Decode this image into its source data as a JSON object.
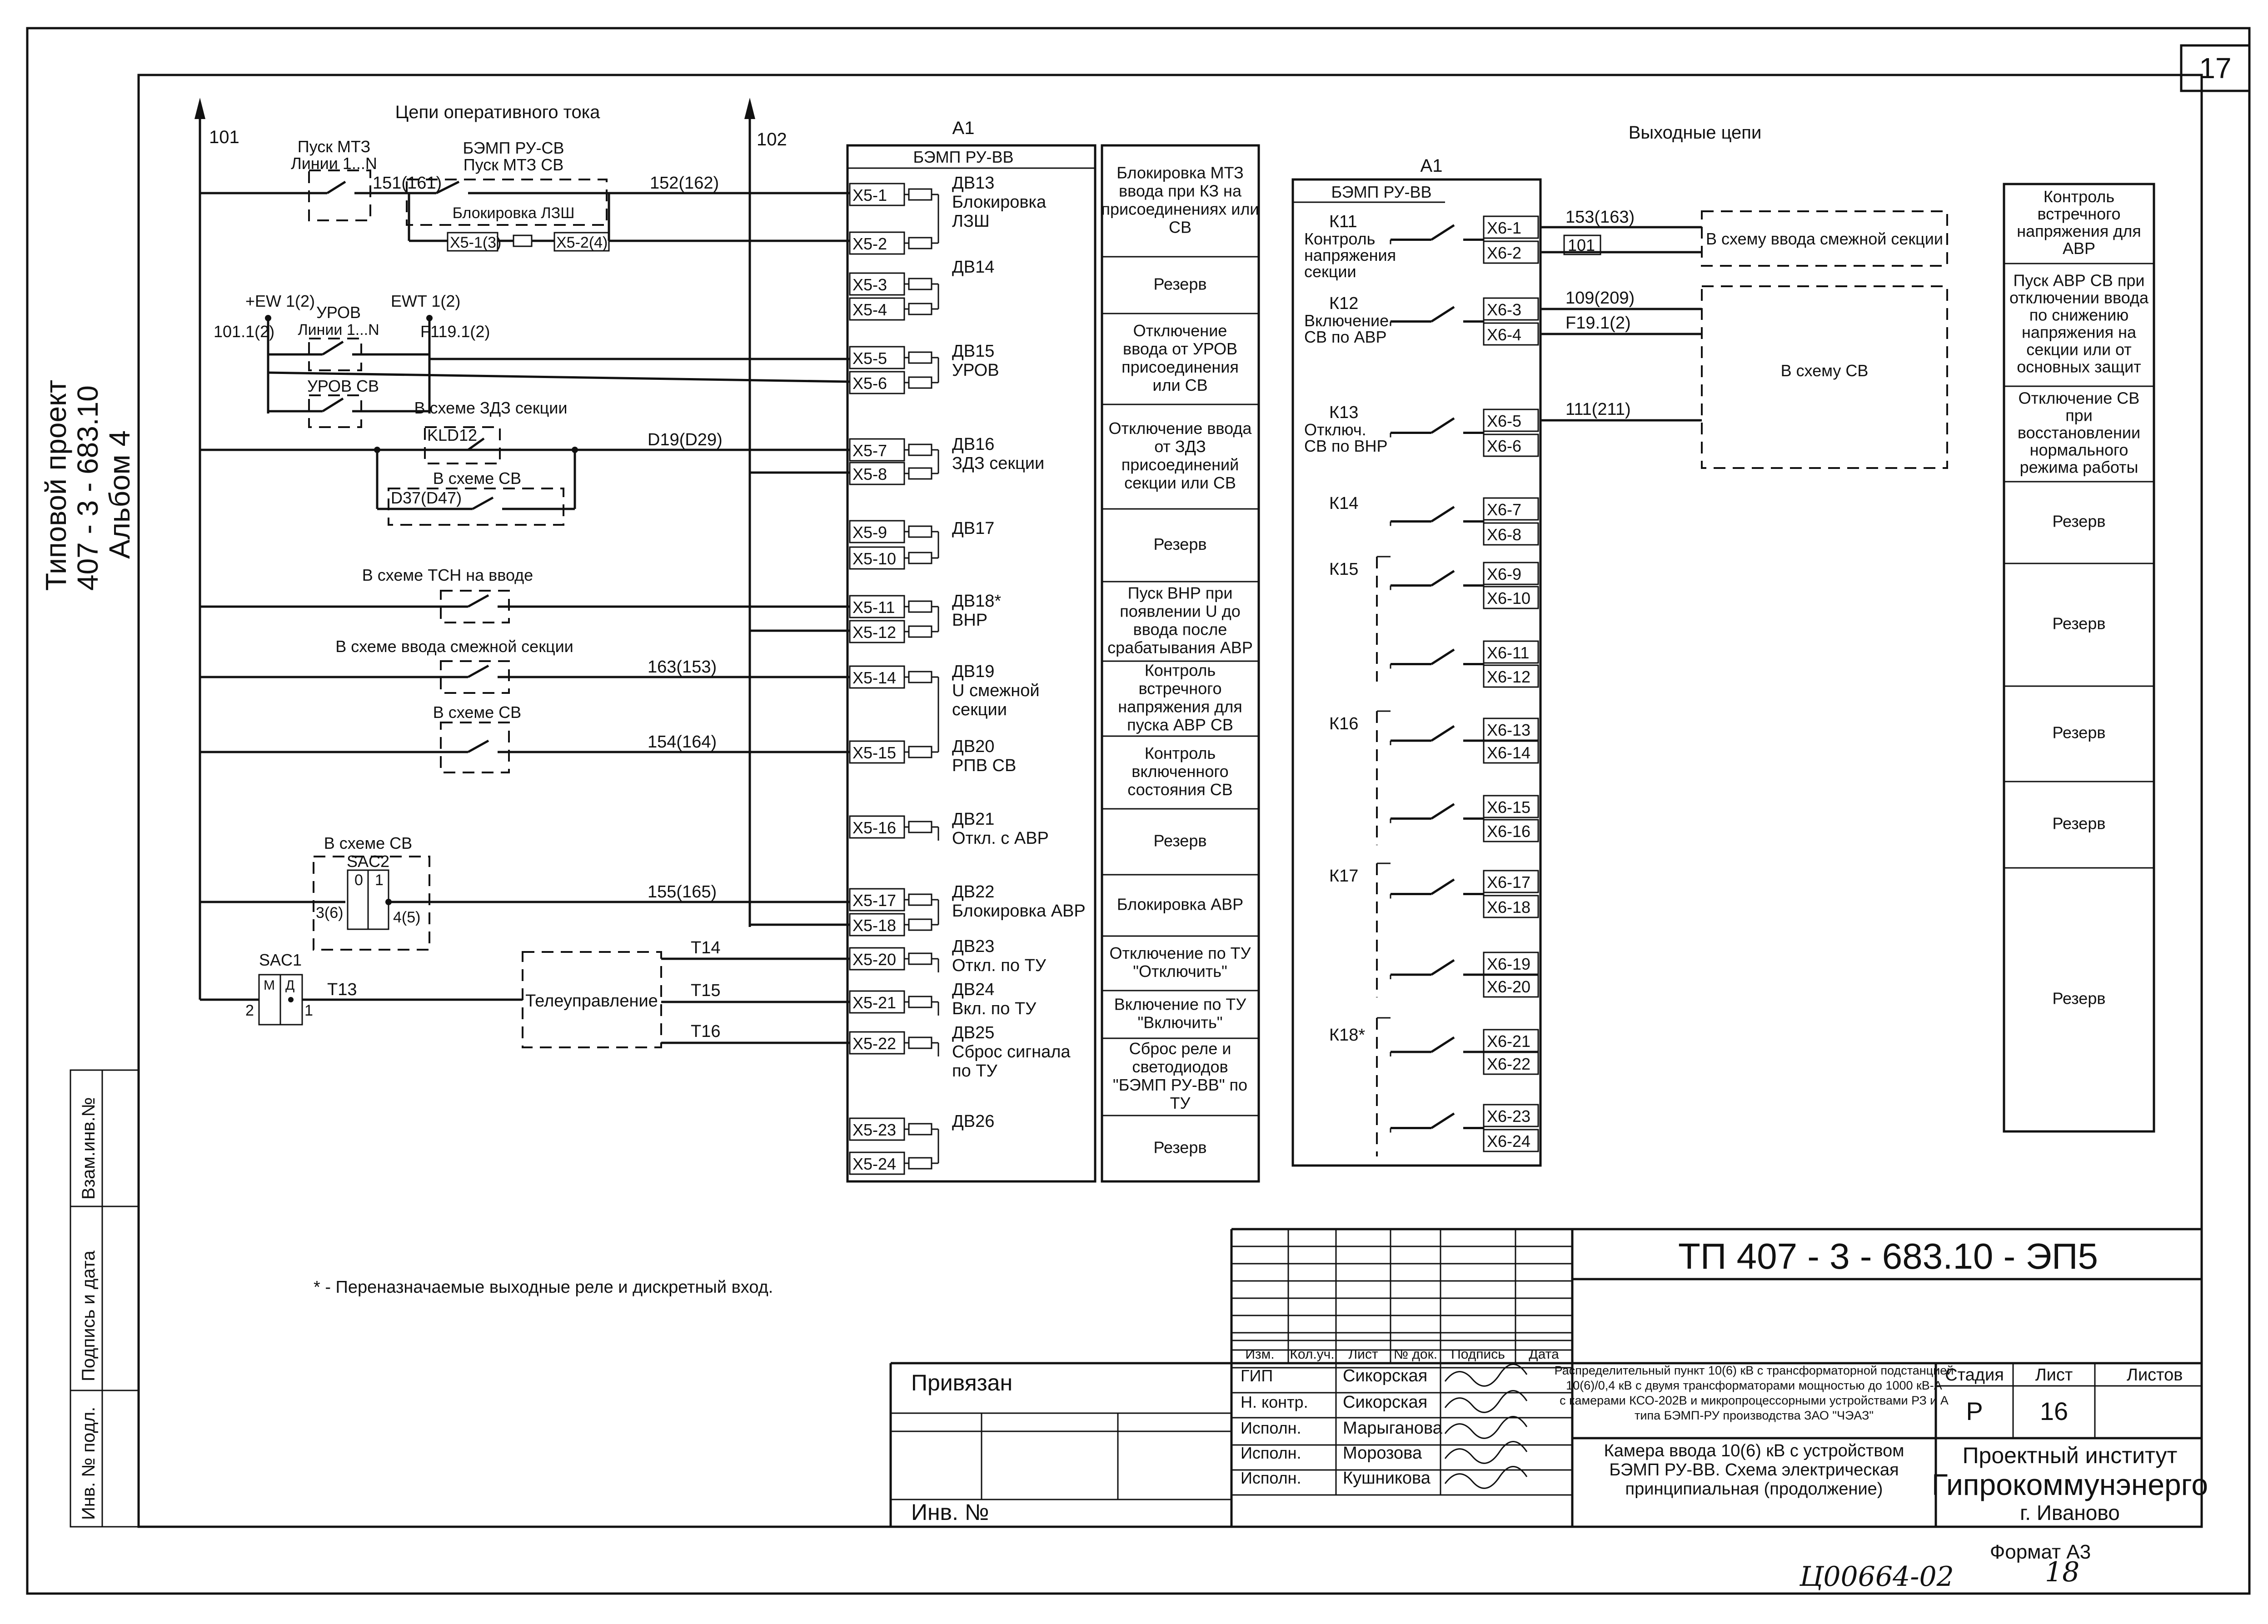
{
  "sheet_number": "17",
  "left_margin": {
    "project_line1": "Типовой проект",
    "project_line2": "407 - 3 - 683.10",
    "album": "Альбом  4"
  },
  "stamp_side": {
    "vzam": "Взам.инв.№",
    "podpis": "Подпись и дата",
    "inv_podl": "Инв. № подл."
  },
  "section_titles": {
    "operative": "Цепи оперативного тока",
    "output": "Выходные цепи"
  },
  "buses": {
    "b101": "101",
    "b102": "102"
  },
  "left_labels": {
    "pusk_mtz": "Пуск МТЗ",
    "linii_n": "Линии 1...N",
    "n151": "151(161)",
    "bemp_rusv": "БЭМП РУ-СВ",
    "pusk_mtz_sv": "Пуск МТЗ СВ",
    "blok_lzsh": "Блокировка ЛЗШ",
    "x51": "Х5-1(3)",
    "x52": "Х5-2(4)",
    "n152": "152(162)",
    "ew": "+EW 1(2)",
    "ewt": "EWT 1(2)",
    "urov": "УРОВ",
    "linii_n2": "Линии 1...N",
    "n1011": "101.1(2)",
    "f1191": "F119.1(2)",
    "urov_sv": "УРОВ СВ",
    "zdz": "В схеме ЗДЗ секции",
    "kld": "KLD12",
    "d19": "D19(D29)",
    "v_sv1": "В схеме СВ",
    "d37": "D37(D47)",
    "tsn": "В схеме ТСН на вводе",
    "smezh": "В схеме ввода смежной секции",
    "n163": "163(153)",
    "v_sv2": "В схеме СВ",
    "n154": "154(164)",
    "v_sv3": "В схеме СВ",
    "sac2": "SAC2",
    "p0": "0",
    "p1": "1",
    "p3": "3(6)",
    "p4": "4(5)",
    "n155": "155(165)",
    "sac1": "SAC1",
    "m": "М",
    "d": "Д",
    "p2": "2",
    "p1b": "1",
    "t13": "Т13",
    "teleup": "Телеуправление",
    "t14": "Т14",
    "t15": "Т15",
    "t16": "Т16"
  },
  "a1_in": {
    "a1": "А1",
    "title": "БЭМП РУ-ВВ",
    "terminals": [
      "Х5-1",
      "Х5-2",
      "Х5-3",
      "Х5-4",
      "Х5-5",
      "Х5-6",
      "Х5-7",
      "Х5-8",
      "Х5-9",
      "Х5-10",
      "Х5-11",
      "Х5-12",
      "Х5-14",
      "Х5-15",
      "Х5-16",
      "Х5-17",
      "Х5-18",
      "Х5-20",
      "Х5-21",
      "Х5-22",
      "Х5-23",
      "Х5-24"
    ],
    "inputs": [
      {
        "name": "ДВ13",
        "desc1": "Блокировка",
        "desc2": "ЛЗШ"
      },
      {
        "name": "ДВ14",
        "desc1": "",
        "desc2": ""
      },
      {
        "name": "ДВ15",
        "desc1": "УРОВ",
        "desc2": ""
      },
      {
        "name": "ДВ16",
        "desc1": "ЗДЗ секции",
        "desc2": ""
      },
      {
        "name": "ДВ17",
        "desc1": "",
        "desc2": ""
      },
      {
        "name": "ДВ18*",
        "desc1": "ВНР",
        "desc2": ""
      },
      {
        "name": "ДВ19",
        "desc1": "U смежной",
        "desc2": "секции"
      },
      {
        "name": "ДВ20",
        "desc1": "РПВ СВ",
        "desc2": ""
      },
      {
        "name": "ДВ21",
        "desc1": "Откл. с АВР",
        "desc2": ""
      },
      {
        "name": "ДВ22",
        "desc1": "Блокировка АВР",
        "desc2": ""
      },
      {
        "name": "ДВ23",
        "desc1": "Откл. по ТУ",
        "desc2": ""
      },
      {
        "name": "ДВ24",
        "desc1": "Вкл. по ТУ",
        "desc2": ""
      },
      {
        "name": "ДВ25",
        "desc1": "Сброс сигнала",
        "desc2": "по ТУ"
      },
      {
        "name": "ДВ26",
        "desc1": "",
        "desc2": ""
      }
    ]
  },
  "in_desc": [
    [
      "Блокировка МТЗ",
      "ввода при КЗ на",
      "присоединениях или",
      "СВ"
    ],
    [
      "Резерв"
    ],
    [
      "Отключение",
      "ввода от УРОВ",
      "присоединения",
      "или СВ"
    ],
    [
      "Отключение ввода",
      "от ЗДЗ",
      "присоединений",
      "секции или СВ"
    ],
    [
      "Резерв"
    ],
    [
      "Пуск ВНР при",
      "появлении U до",
      "ввода после",
      "срабатывания АВР"
    ],
    [
      "Контроль",
      "встречного",
      "напряжения для",
      "пуска АВР СВ"
    ],
    [
      "Контроль",
      "включенного",
      "состояния СВ"
    ],
    [
      "Резерв"
    ],
    [
      "Блокировка АВР"
    ],
    [
      "Отключение по ТУ",
      "\"Отключить\""
    ],
    [
      "Включение по ТУ",
      "\"Включить\""
    ],
    [
      "Сброс реле и",
      "светодиодов",
      "\"БЭМП РУ-ВВ\" по",
      "ТУ"
    ],
    [
      "Резерв"
    ]
  ],
  "a1_out": {
    "a1": "А1",
    "title": "БЭМП РУ-ВВ",
    "relays": [
      {
        "name": "К11",
        "d1": "Контроль",
        "d2": "напряжения",
        "d3": "секции"
      },
      {
        "name": "К12",
        "d1": "Включение",
        "d2": "СВ по АВР",
        "d3": ""
      },
      {
        "name": "К13",
        "d1": "Отключ.",
        "d2": "СВ по ВНР",
        "d3": ""
      },
      {
        "name": "К14",
        "d1": "",
        "d2": "",
        "d3": ""
      },
      {
        "name": "К15",
        "d1": "",
        "d2": "",
        "d3": ""
      },
      {
        "name": "К16",
        "d1": "",
        "d2": "",
        "d3": ""
      },
      {
        "name": "К17",
        "d1": "",
        "d2": "",
        "d3": ""
      },
      {
        "name": "К18*",
        "d1": "",
        "d2": "",
        "d3": ""
      }
    ],
    "terminals": [
      "Х6-1",
      "Х6-2",
      "Х6-3",
      "Х6-4",
      "Х6-5",
      "Х6-6",
      "Х6-7",
      "Х6-8",
      "Х6-9",
      "Х6-10",
      "Х6-11",
      "Х6-12",
      "Х6-13",
      "Х6-14",
      "Х6-15",
      "Х6-16",
      "Х6-17",
      "Х6-18",
      "Х6-19",
      "Х6-20",
      "Х6-21",
      "Х6-22",
      "Х6-23",
      "Х6-24"
    ]
  },
  "out_wires": {
    "w153": "153(163)",
    "w101": "101",
    "w109": "109(209)",
    "wf19": "F19.1(2)",
    "w111": "111(211)",
    "box1": "В схему ввода смежной секции",
    "box2": "В схему СВ"
  },
  "out_desc": [
    [
      "Контроль",
      "встречного",
      "напряжения  для",
      "АВР"
    ],
    [
      "Пуск АВР СВ при",
      "отключении ввода",
      "по снижению",
      "напряжения на",
      "секции или от",
      "основных защит"
    ],
    [
      "Отключение СВ",
      "при",
      "восстановлении",
      "нормального",
      "режима работы"
    ],
    [
      "Резерв"
    ],
    [
      "Резерв"
    ],
    [
      "Резерв"
    ],
    [
      "Резерв"
    ],
    [
      "Резерв"
    ]
  ],
  "footnote": "* - Переназначаемые выходные реле и дискретный вход.",
  "title_block": {
    "code": "ТП  407 - 3 - 683.10 - ЭП5",
    "privyazan": "Привязан",
    "inv": "Инв. №",
    "cols": [
      "Изм.",
      "Кол.уч.",
      "Лист",
      "№ док.",
      "Подпись",
      "Дата"
    ],
    "rows": [
      [
        "ГИП",
        "Сикорская"
      ],
      [
        "Н. контр.",
        "Сикорская"
      ],
      [
        "Исполн.",
        "Марыганова"
      ],
      [
        "Исполн.",
        "Морозова"
      ],
      [
        "Исполн.",
        "Кушникова"
      ]
    ],
    "desc": [
      "Распределительный пункт 10(6) кВ с трансформаторной подстанцией",
      "10(6)/0,4 кВ с двумя трансформаторами мощностью до 1000 кВ-А",
      "с камерами КСО-202В и микропроцессорными устройствами РЗ и А",
      "типа БЭМП-РУ производства ЗАО \"ЧЭАЗ\""
    ],
    "name": [
      "Камера ввода 10(6) кВ с устройством",
      "БЭМП РУ-ВВ. Схема электрическая",
      "принципиальная (продолжение)"
    ],
    "stadia": "Стадия",
    "list": "Лист",
    "listov": "Листов",
    "stadia_val": "Р",
    "list_val": "16",
    "org1": "Проектный институт",
    "org2": "Гипрокоммунэнерго",
    "org3": "г. Иваново"
  },
  "format": "Формат А3",
  "archive": "Ц00664-02",
  "archive_page": "18"
}
